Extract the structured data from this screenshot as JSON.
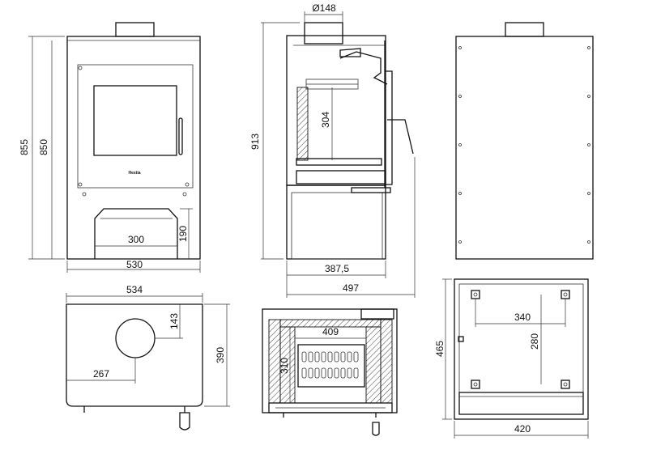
{
  "colors": {
    "line": "#111111",
    "background": "#ffffff"
  },
  "front_view": {
    "height_outer": "855",
    "height_inner": "850",
    "width_bottom": "530",
    "opening_width": "300",
    "opening_height": "190",
    "brand_logo": "Hestia"
  },
  "side_view": {
    "flue_diameter": "Ø148",
    "total_height": "913",
    "firebox_height": "304",
    "depth_base": "387,5",
    "depth_total": "497"
  },
  "top_view": {
    "width": "534",
    "flue_offset_y": "143",
    "flue_offset_x": "267",
    "depth": "390"
  },
  "section_view": {
    "firebox_width": "409",
    "firebox_depth": "310"
  },
  "floor_plate": {
    "depth": "465",
    "width": "420",
    "hole_spacing_x": "340",
    "hole_spacing_y": "280"
  }
}
